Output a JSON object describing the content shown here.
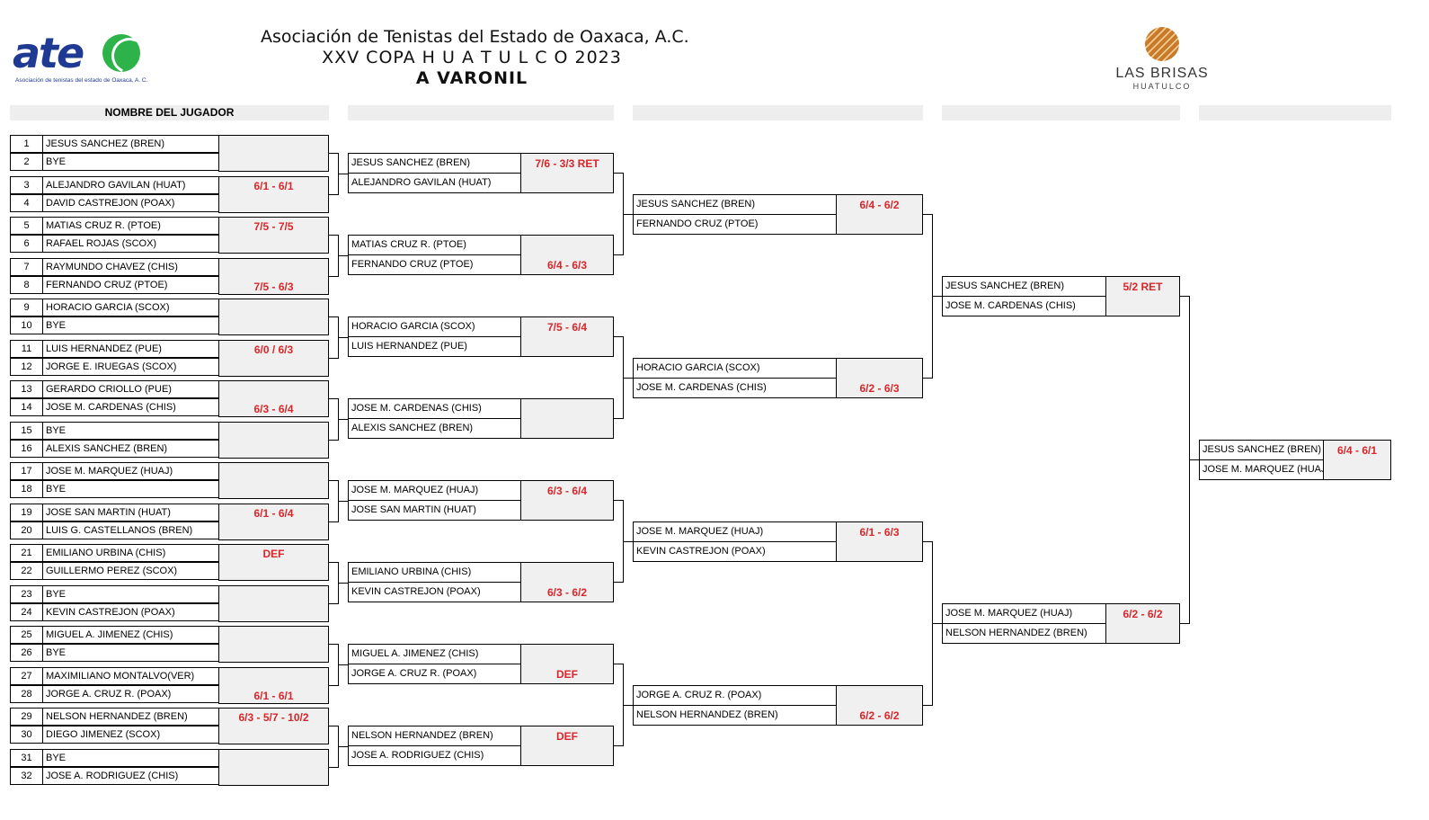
{
  "header": {
    "org": "Asociación de Tenistas del Estado de Oaxaca, A.C.",
    "event": "XXV COPA H U A T U L C O 2023",
    "category": "A VARONIL"
  },
  "logo_left": {
    "mark": "ate",
    "tagline": "Asociación de tenistas del estado de Oaxaca, A. C."
  },
  "logo_right": {
    "name": "LAS BRISAS",
    "sub": "HUATULCO"
  },
  "column_headers": [
    "NOMBRE DEL JUGADOR",
    "",
    "",
    "",
    ""
  ],
  "round1": {
    "players": [
      {
        "n": "1",
        "name": "JESUS SANCHEZ (BREN)"
      },
      {
        "n": "2",
        "name": "BYE"
      },
      {
        "n": "3",
        "name": "ALEJANDRO GAVILAN (HUAT)"
      },
      {
        "n": "4",
        "name": "DAVID CASTREJON (POAX)"
      },
      {
        "n": "5",
        "name": "MATIAS CRUZ R. (PTOE)"
      },
      {
        "n": "6",
        "name": "RAFAEL ROJAS (SCOX)"
      },
      {
        "n": "7",
        "name": "RAYMUNDO  CHAVEZ (CHIS)"
      },
      {
        "n": "8",
        "name": "FERNANDO CRUZ (PTOE)"
      },
      {
        "n": "9",
        "name": "HORACIO GARCIA (SCOX)"
      },
      {
        "n": "10",
        "name": "BYE"
      },
      {
        "n": "11",
        "name": "LUIS HERNANDEZ (PUE)"
      },
      {
        "n": "12",
        "name": "JORGE E. IRUEGAS (SCOX)"
      },
      {
        "n": "13",
        "name": "GERARDO CRIOLLO (PUE)"
      },
      {
        "n": "14",
        "name": "JOSE M. CARDENAS (CHIS)"
      },
      {
        "n": "15",
        "name": "BYE"
      },
      {
        "n": "16",
        "name": "ALEXIS SANCHEZ (BREN)"
      },
      {
        "n": "17",
        "name": "JOSE M. MARQUEZ (HUAJ)"
      },
      {
        "n": "18",
        "name": "BYE"
      },
      {
        "n": "19",
        "name": "JOSE SAN MARTIN (HUAT)"
      },
      {
        "n": "20",
        "name": "LUIS G. CASTELLANOS (BREN)"
      },
      {
        "n": "21",
        "name": "EMILIANO URBINA (CHIS)"
      },
      {
        "n": "22",
        "name": "GUILLERMO PEREZ (SCOX)"
      },
      {
        "n": "23",
        "name": "BYE"
      },
      {
        "n": "24",
        "name": "KEVIN CASTREJON (POAX)"
      },
      {
        "n": "25",
        "name": "MIGUEL A. JIMENEZ (CHIS)"
      },
      {
        "n": "26",
        "name": "BYE"
      },
      {
        "n": "27",
        "name": "MAXIMILIANO MONTALVO(VER)"
      },
      {
        "n": "28",
        "name": "JORGE A. CRUZ R. (POAX)"
      },
      {
        "n": "29",
        "name": "NELSON HERNANDEZ (BREN)"
      },
      {
        "n": "30",
        "name": "DIEGO JIMENEZ (SCOX)"
      },
      {
        "n": "31",
        "name": "BYE"
      },
      {
        "n": "32",
        "name": "JOSE A. RODRIGUEZ (CHIS)"
      }
    ],
    "scores": [
      {
        "text": "",
        "pos": "top"
      },
      {
        "text": "6/1 - 6/1",
        "pos": "top"
      },
      {
        "text": "7/5 - 7/5",
        "pos": "top"
      },
      {
        "text": "7/5 - 6/3",
        "pos": "bottom"
      },
      {
        "text": "",
        "pos": "top"
      },
      {
        "text": "6/0 / 6/3",
        "pos": "top"
      },
      {
        "text": "6/3 - 6/4",
        "pos": "bottom"
      },
      {
        "text": "",
        "pos": "top"
      },
      {
        "text": "",
        "pos": "top"
      },
      {
        "text": "6/1 - 6/4",
        "pos": "top"
      },
      {
        "text": "DEF",
        "pos": "top"
      },
      {
        "text": "",
        "pos": "top"
      },
      {
        "text": "",
        "pos": "top"
      },
      {
        "text": "6/1 - 6/1",
        "pos": "bottom"
      },
      {
        "text": "6/3 - 5/7 - 10/2",
        "pos": "top"
      },
      {
        "text": "",
        "pos": "top"
      }
    ]
  },
  "round2": [
    {
      "p1": "JESUS SANCHEZ (BREN)",
      "p2": "ALEJANDRO GAVILAN (HUAT)",
      "score": "7/6 - 3/3 RET",
      "pos": "top"
    },
    {
      "p1": "MATIAS CRUZ R. (PTOE)",
      "p2": "FERNANDO CRUZ (PTOE)",
      "score": "6/4 - 6/3",
      "pos": "bottom"
    },
    {
      "p1": "HORACIO GARCIA (SCOX)",
      "p2": "LUIS HERNANDEZ (PUE)",
      "score": "7/5 - 6/4",
      "pos": "top"
    },
    {
      "p1": "JOSE M. CARDENAS (CHIS)",
      "p2": "ALEXIS SANCHEZ (BREN)",
      "score": "",
      "pos": "top"
    },
    {
      "p1": "JOSE M. MARQUEZ (HUAJ)",
      "p2": "JOSE SAN MARTIN (HUAT)",
      "score": "6/3 - 6/4",
      "pos": "top"
    },
    {
      "p1": "EMILIANO URBINA (CHIS)",
      "p2": "KEVIN CASTREJON (POAX)",
      "score": "6/3 - 6/2",
      "pos": "bottom"
    },
    {
      "p1": "MIGUEL A. JIMENEZ (CHIS)",
      "p2": "JORGE A. CRUZ R. (POAX)",
      "score": "DEF",
      "pos": "bottom"
    },
    {
      "p1": "NELSON HERNANDEZ (BREN)",
      "p2": "JOSE A. RODRIGUEZ (CHIS)",
      "score": "DEF",
      "pos": "top"
    }
  ],
  "round3": [
    {
      "p1": "JESUS SANCHEZ (BREN)",
      "p2": "FERNANDO CRUZ (PTOE)",
      "score": "6/4 - 6/2",
      "pos": "top"
    },
    {
      "p1": "HORACIO GARCIA (SCOX)",
      "p2": "JOSE M. CARDENAS (CHIS)",
      "score": "6/2 - 6/3",
      "pos": "bottom"
    },
    {
      "p1": "JOSE M. MARQUEZ (HUAJ)",
      "p2": "KEVIN CASTREJON (POAX)",
      "score": "6/1 - 6/3",
      "pos": "top"
    },
    {
      "p1": "JORGE A. CRUZ R. (POAX)",
      "p2": "NELSON HERNANDEZ (BREN)",
      "score": "6/2 - 6/2",
      "pos": "bottom"
    }
  ],
  "round4": [
    {
      "p1": "JESUS SANCHEZ (BREN)",
      "p2": "JOSE M. CARDENAS (CHIS)",
      "score": "5/2 RET",
      "pos": "top"
    },
    {
      "p1": "JOSE M. MARQUEZ (HUAJ)",
      "p2": "NELSON HERNANDEZ (BREN)",
      "score": "6/2 - 6/2",
      "pos": "top"
    }
  ],
  "final": [
    {
      "p1": "JESUS SANCHEZ (BREN)",
      "p2": "JOSE M. MARQUEZ (HUAJ)",
      "score": "6/4  -  6/1",
      "pos": "top"
    }
  ]
}
